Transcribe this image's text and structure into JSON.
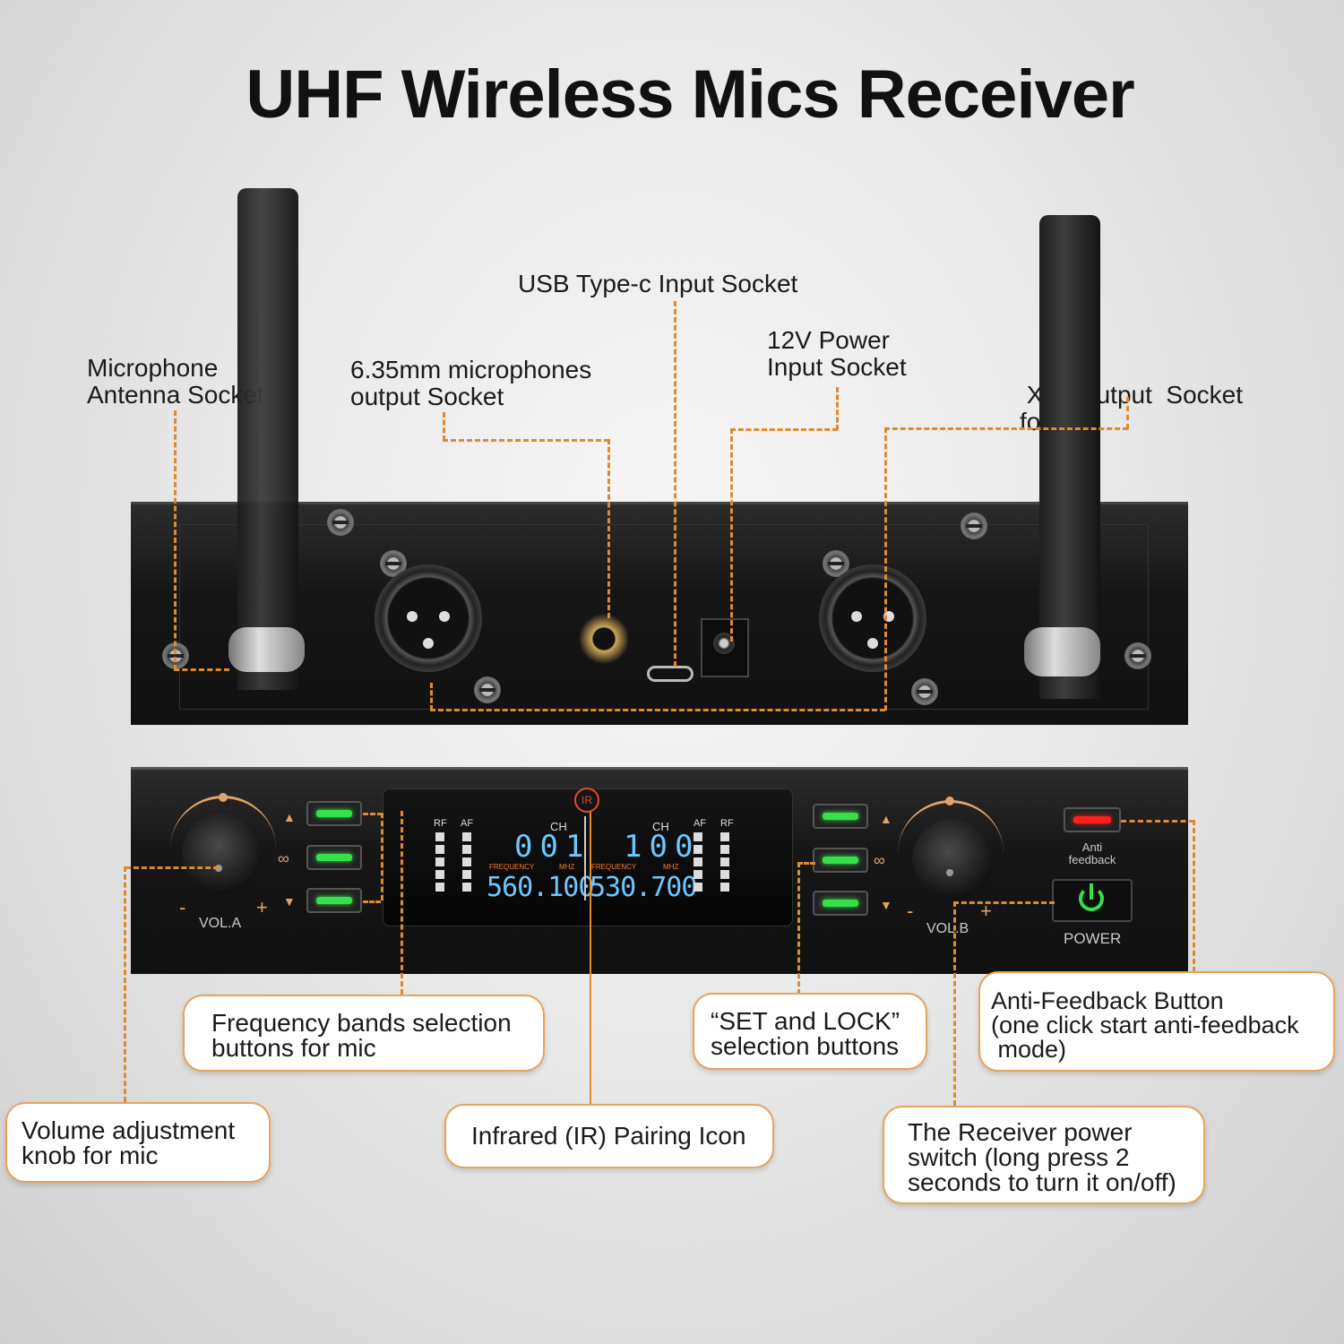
{
  "title": "UHF Wireless Mics Receiver",
  "labels": {
    "antenna_socket": [
      "Microphone",
      "Antenna Socket"
    ],
    "output_635": [
      "6.35mm microphones",
      "output Socket"
    ],
    "usb_c": "USB Type-c Input Socket",
    "power_12v": [
      "12V Power",
      "Input Socket"
    ],
    "xlr_output": [
      " XLR output  Socket",
      "for mic"
    ]
  },
  "callouts": {
    "freq_bands": [
      "Frequency bands selection",
      "buttons for mic"
    ],
    "set_lock": [
      "“SET and LOCK”",
      "selection buttons"
    ],
    "anti_feedback": [
      "Anti-Feedback Button",
      "(one click start anti-feedback",
      " mode)"
    ],
    "volume": [
      "Volume adjustment",
      "knob for mic"
    ],
    "ir_pairing": "Infrared (IR) Pairing Icon",
    "power_switch": [
      "The Receiver power",
      "switch (long press 2",
      "seconds to turn it on/off)"
    ]
  },
  "front_panel": {
    "vol_a": "VOL.A",
    "vol_b": "VOL.B",
    "anti": "Anti",
    "feedback": "feedback",
    "power": "POWER",
    "ir": "IR",
    "minus": "-",
    "plus": "+",
    "lcd": {
      "rf": "RF",
      "af": "AF",
      "ch": "CH",
      "frequency": "FREQUENCY",
      "mhz": "MHZ",
      "ch_a": "001",
      "ch_b": "100",
      "freq_a": "560.100",
      "freq_b": "530.700"
    }
  },
  "colors": {
    "accent_orange": "#e08a2e",
    "button_green": "#35e04a",
    "anti_feedback_red": "#ff2020",
    "lcd_blue": "#6ec6ff"
  }
}
